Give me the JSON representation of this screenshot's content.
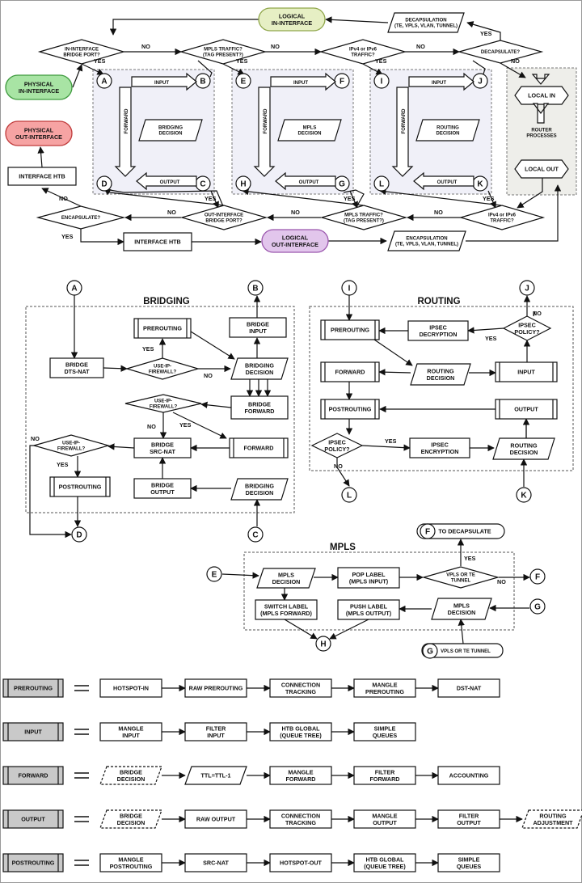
{
  "top": {
    "logical_in": [
      "LOGICAL",
      "IN-INTERFACE"
    ],
    "physical_in": [
      "PHYSICAL",
      "IN-INTERFACE"
    ],
    "physical_out": [
      "PHYSICAL",
      "OUT-INTERFACE"
    ],
    "logical_out": [
      "LOGICAL",
      "OUT-INTERFACE"
    ],
    "decap_in": [
      "DECAPSULATION",
      "(TE, VPLS, VLAN, TUNNEL)"
    ],
    "encap_out": [
      "ENCAPSULATION",
      "(TE, VPLS, VLAN, TUNNEL)"
    ],
    "in_bridge_port": [
      "IN-INTERFACE",
      "BRIDGE PORT?"
    ],
    "mpls_in": [
      "MPLS TRAFFIC?",
      "(TAG PRESENT?)"
    ],
    "ip_in": [
      "IPv4 or IPv6",
      "TRAFFIC?"
    ],
    "decapsulate": "DECAPSULATE?",
    "encapsulate": "ENCAPSULATE?",
    "out_bridge_port": [
      "OUT-INTERFACE",
      "BRIDGE PORT?"
    ],
    "mpls_out": [
      "MPLS TRAFFIC?",
      "(TAG PRESENT?)"
    ],
    "ip_out": [
      "IPv4 or IPv6",
      "TRAFFIC?"
    ],
    "interface_htb": "INTERFACE HTB",
    "interface_htb2": "INTERFACE HTB",
    "input": "INPUT",
    "output": "OUTPUT",
    "forward": "FORWARD",
    "bridging_decision": [
      "BRIDGING",
      "DECISION"
    ],
    "mpls_decision": [
      "MPLS",
      "DECISION"
    ],
    "routing_decision": [
      "ROUTING",
      "DECISION"
    ],
    "local_in": "LOCAL IN",
    "router_processes": [
      "ROUTER",
      "PROCESSES"
    ],
    "local_out": "LOCAL OUT",
    "yes": "YES",
    "no": "NO",
    "letters": [
      "A",
      "B",
      "C",
      "D",
      "E",
      "F",
      "G",
      "H",
      "I",
      "J",
      "K",
      "L"
    ]
  },
  "bridging": {
    "title": "BRIDGING",
    "dst_nat": [
      "BRIDGE",
      "DTS-NAT"
    ],
    "prerouting": "PREROUTING",
    "use_ip_fw": [
      "USE-IP-",
      "FIREWALL?"
    ],
    "bridge_input": [
      "BRIDGE",
      "INPUT"
    ],
    "bridging_decision": [
      "BRIDGING",
      "DECISION"
    ],
    "bridge_forward": [
      "BRIDGE",
      "FORWARD"
    ],
    "forward": "FORWARD",
    "src_nat": [
      "BRIDGE",
      "SRC-NAT"
    ],
    "postrouting": "POSTROUTING",
    "bridge_output": [
      "BRIDGE",
      "OUTPUT"
    ]
  },
  "routing": {
    "title": "ROUTING",
    "prerouting": "PREROUTING",
    "ipsec_decryption": [
      "IPSEC",
      "DECRYPTION"
    ],
    "ipsec_policy": [
      "IPSEC",
      "POLICY?"
    ],
    "forward": "FORWARD",
    "routing_decision": [
      "ROUTING",
      "DECISION"
    ],
    "input": "INPUT",
    "postrouting": "POSTROUTING",
    "output": "OUTPUT",
    "ipsec_encryption": [
      "IPSEC",
      "ENCRYPTION"
    ]
  },
  "mpls": {
    "title": "MPLS",
    "to_decap": "TO DECAPSULATE",
    "mpls_decision": [
      "MPLS",
      "DECISION"
    ],
    "pop_label": [
      "POP LABEL",
      "(MPLS INPUT)"
    ],
    "vpls_te": [
      "VPLS OR TE",
      "TUNNEL"
    ],
    "switch_label": [
      "SWITCH LABEL",
      "(MPLS FORWARD)"
    ],
    "push_label": [
      "PUSH LABEL",
      "(MPLS OUTPUT)"
    ],
    "vpls_te_tunnel": "VPLS OR TE TUNNEL"
  },
  "chains": [
    {
      "name": "PREROUTING",
      "steps": [
        "HOTSPOT-IN",
        "RAW PREROUTING",
        "CONNECTION|TRACKING",
        "MANGLE|PREROUTING",
        "DST-NAT"
      ]
    },
    {
      "name": "INPUT",
      "steps": [
        "MANGLE|INPUT",
        "FILTER|INPUT",
        "HTB GLOBAL|(QUEUE TREE)",
        "SIMPLE|QUEUES"
      ]
    },
    {
      "name": "FORWARD",
      "steps": [
        "BRIDGE|DECISION",
        "TTL=TTL-1",
        "MANGLE|FORWARD",
        "FILTER|FORWARD",
        "ACCOUNTING"
      ]
    },
    {
      "name": "OUTPUT",
      "steps": [
        "BRIDGE|DECISION",
        "RAW OUTPUT",
        "CONNECTION|TRACKING",
        "MANGLE|OUTPUT",
        "FILTER|OUTPUT",
        "ROUTING|ADJUSTMENT"
      ]
    },
    {
      "name": "POSTROUTING",
      "steps": [
        "MANGLE|POSTROUTING",
        "SRC-NAT",
        "HOTSPOT-OUT",
        "HTB GLOBAL|(QUEUE TREE)",
        "SIMPLE|QUEUES"
      ]
    }
  ]
}
